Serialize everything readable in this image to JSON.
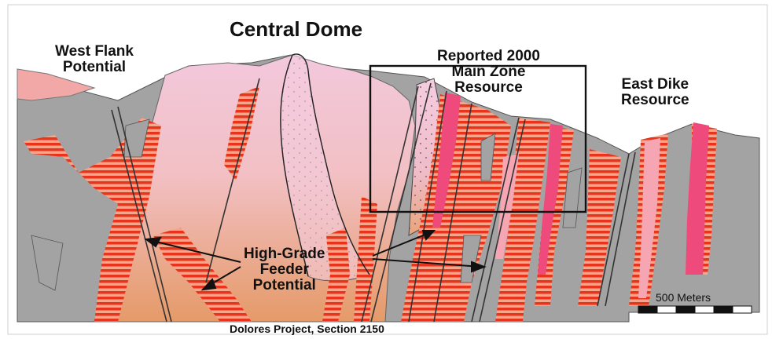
{
  "title": "Central Dome",
  "labels": {
    "west_flank": [
      "West Flank",
      "Potential"
    ],
    "main_zone": [
      "Reported 2000",
      "Main Zone",
      "Resource"
    ],
    "east_dike": [
      "East Dike",
      "Resource"
    ],
    "high_grade": [
      "High-Grade",
      "Feeder",
      "Potential"
    ]
  },
  "scale_bar": "500 Meters",
  "caption": "Dolores Project, Section 2150",
  "colors": {
    "host_rock": "#a3a3a3",
    "dome": "#f2c6d8",
    "dome_lower": "#e3a27a",
    "dike_core": "#ee4b7c",
    "hatch": "#e8341c",
    "pink_light": "#f6a6b2"
  }
}
